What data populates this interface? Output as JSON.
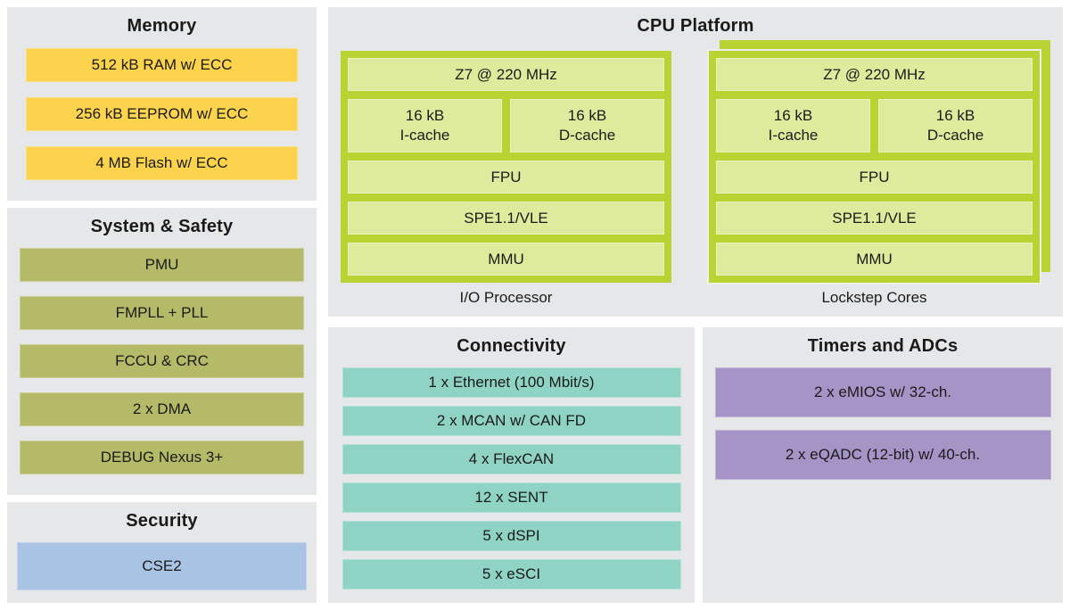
{
  "diagram": {
    "memory": {
      "title": "Memory",
      "items": [
        "512 kB RAM w/ ECC",
        "256 kB EEPROM w/ ECC",
        "4 MB Flash w/ ECC"
      ]
    },
    "system_safety": {
      "title": "System & Safety",
      "items": [
        "PMU",
        "FMPLL + PLL",
        "FCCU & CRC",
        "2 x DMA",
        "DEBUG Nexus 3+"
      ]
    },
    "security": {
      "title": "Security",
      "items": [
        "CSE2"
      ]
    },
    "cpu_platform": {
      "title": "CPU Platform",
      "cores": [
        {
          "caption": "I/O Processor",
          "clock": "Z7 @ 220 MHz",
          "icache": "16 kB\nI-cache",
          "dcache": "16 kB\nD-cache",
          "units": [
            "FPU",
            "SPE1.1/VLE",
            "MMU"
          ],
          "stacked": false
        },
        {
          "caption": "Lockstep Cores",
          "clock": "Z7 @ 220 MHz",
          "icache": "16 kB\nI-cache",
          "dcache": "16 kB\nD-cache",
          "units": [
            "FPU",
            "SPE1.1/VLE",
            "MMU"
          ],
          "stacked": true
        }
      ]
    },
    "connectivity": {
      "title": "Connectivity",
      "items": [
        "1 x Ethernet (100 Mbit/s)",
        "2 x MCAN w/ CAN FD",
        "4 x FlexCAN",
        "12 x SENT",
        "5 x dSPI",
        "5 x eSCI"
      ]
    },
    "timers_adcs": {
      "title": "Timers and ADCs",
      "items": [
        "2 x eMIOS w/ 32-ch.",
        "2 x eQADC (12-bit) w/ 40-ch."
      ]
    }
  },
  "colors": {
    "panel_bg": "#e6e7e8",
    "memory_block": "#fbd34d",
    "system_block": "#b5ba68",
    "security_block": "#a9c3e5",
    "core_card": "#b9d333",
    "core_inner": "#deeb9d",
    "connectivity_block": "#8fd3c5",
    "timers_block": "#a794c6",
    "text": "#1a1a1a"
  }
}
